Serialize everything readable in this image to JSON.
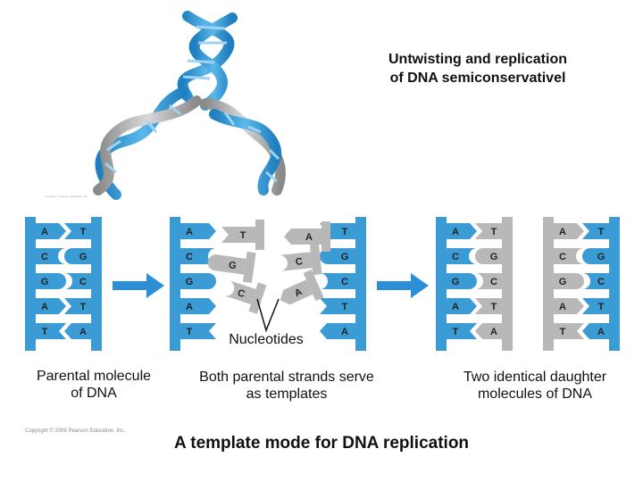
{
  "title_line1": "Untwisting and replication",
  "title_line2": "of DNA semiconservativel",
  "parental_caption_line1": "Parental molecule",
  "parental_caption_line2": "of DNA",
  "both_caption_line1": "Both parental strands serve",
  "both_caption_line2": "as templates",
  "daughter_caption_line1": "Two identical daughter",
  "daughter_caption_line2": "molecules of DNA",
  "nucleotides_label": "Nucleotides",
  "bottom_title": "A template mode for DNA replication",
  "copyright": "Copyright © 2009 Pearson Education, Inc.",
  "credit": "Copyright © Pearson Education, Inc.",
  "colors": {
    "blue_strand": "#3a9bd5",
    "gray_strand": "#b8b8b8",
    "arrow": "#2c8fd6",
    "label_line": "#111111"
  },
  "parental_pairs": [
    {
      "left": "A",
      "right": "T"
    },
    {
      "left": "C",
      "right": "G"
    },
    {
      "left": "G",
      "right": "C"
    },
    {
      "left": "A",
      "right": "T"
    },
    {
      "left": "T",
      "right": "A"
    }
  ],
  "template_left_bases": [
    "A",
    "C",
    "G",
    "A",
    "T"
  ],
  "template_right_bases": [
    "T",
    "G",
    "C",
    "T",
    "A"
  ],
  "free_nucleotides": [
    "T",
    "A",
    "G",
    "C",
    "C",
    "A"
  ],
  "daughter_pairs": [
    {
      "left": "A",
      "right": "T"
    },
    {
      "left": "C",
      "right": "G"
    },
    {
      "left": "G",
      "right": "C"
    },
    {
      "left": "A",
      "right": "T"
    },
    {
      "left": "T",
      "right": "A"
    }
  ]
}
